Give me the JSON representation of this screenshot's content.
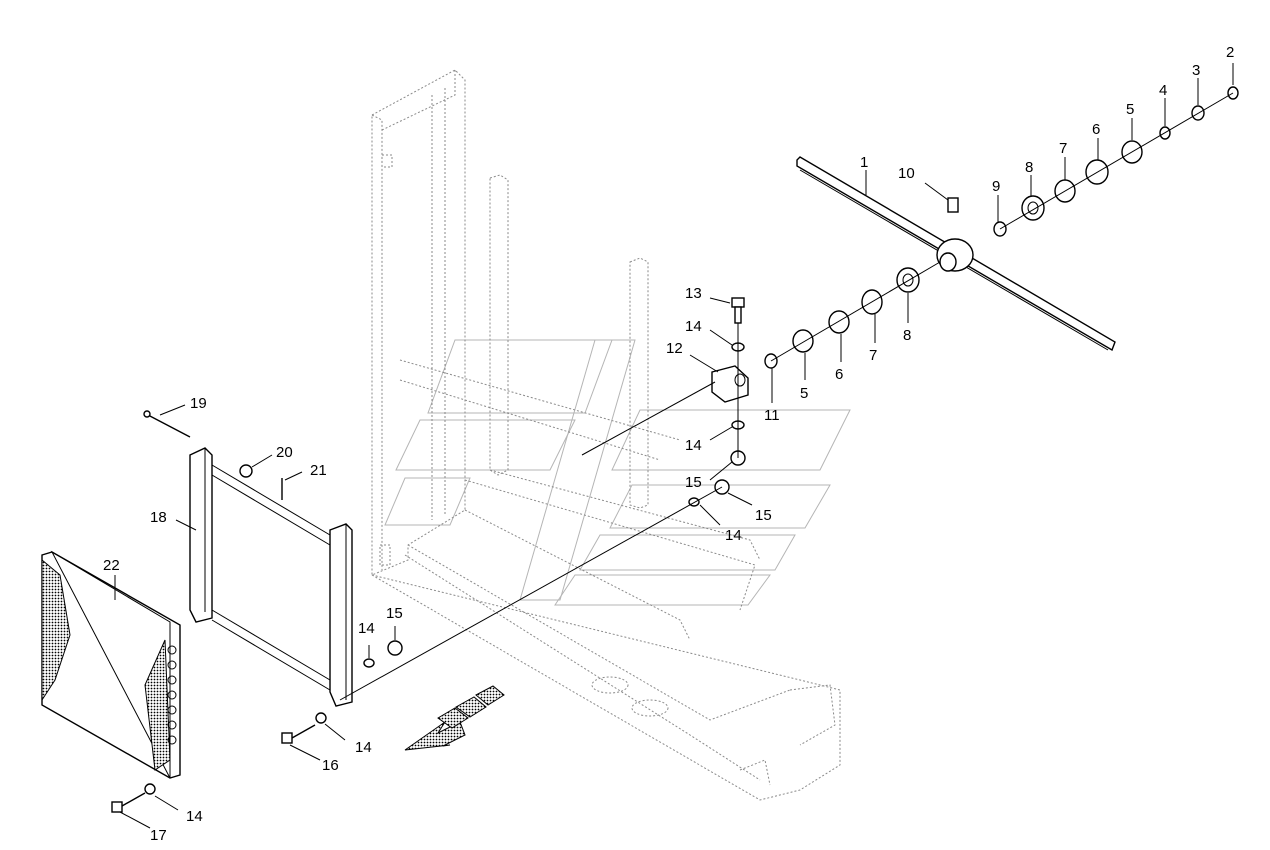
{
  "callouts": [
    {
      "id": "c1",
      "label": "1"
    },
    {
      "id": "c2",
      "label": "2"
    },
    {
      "id": "c3",
      "label": "3"
    },
    {
      "id": "c4",
      "label": "4"
    },
    {
      "id": "c5a",
      "label": "5"
    },
    {
      "id": "c6a",
      "label": "6"
    },
    {
      "id": "c7a",
      "label": "7"
    },
    {
      "id": "c8a",
      "label": "8"
    },
    {
      "id": "c9",
      "label": "9"
    },
    {
      "id": "c10",
      "label": "10"
    },
    {
      "id": "c8b",
      "label": "8"
    },
    {
      "id": "c7b",
      "label": "7"
    },
    {
      "id": "c6b",
      "label": "6"
    },
    {
      "id": "c5b",
      "label": "5"
    },
    {
      "id": "c11",
      "label": "11"
    },
    {
      "id": "c12",
      "label": "12"
    },
    {
      "id": "c13",
      "label": "13"
    },
    {
      "id": "c14a",
      "label": "14"
    },
    {
      "id": "c14b",
      "label": "14"
    },
    {
      "id": "c15a",
      "label": "15"
    },
    {
      "id": "c15b",
      "label": "15"
    },
    {
      "id": "c14c",
      "label": "14"
    },
    {
      "id": "c19",
      "label": "19"
    },
    {
      "id": "c20",
      "label": "20"
    },
    {
      "id": "c21",
      "label": "21"
    },
    {
      "id": "c18",
      "label": "18"
    },
    {
      "id": "c22",
      "label": "22"
    },
    {
      "id": "c14d",
      "label": "14"
    },
    {
      "id": "c15c",
      "label": "15"
    },
    {
      "id": "c14e",
      "label": "14"
    },
    {
      "id": "c16",
      "label": "16"
    },
    {
      "id": "c14f",
      "label": "14"
    },
    {
      "id": "c17",
      "label": "17"
    }
  ],
  "icons": {
    "direction_arrow": "forward-direction-arrow-icon",
    "watermark": "watermark-logo"
  }
}
